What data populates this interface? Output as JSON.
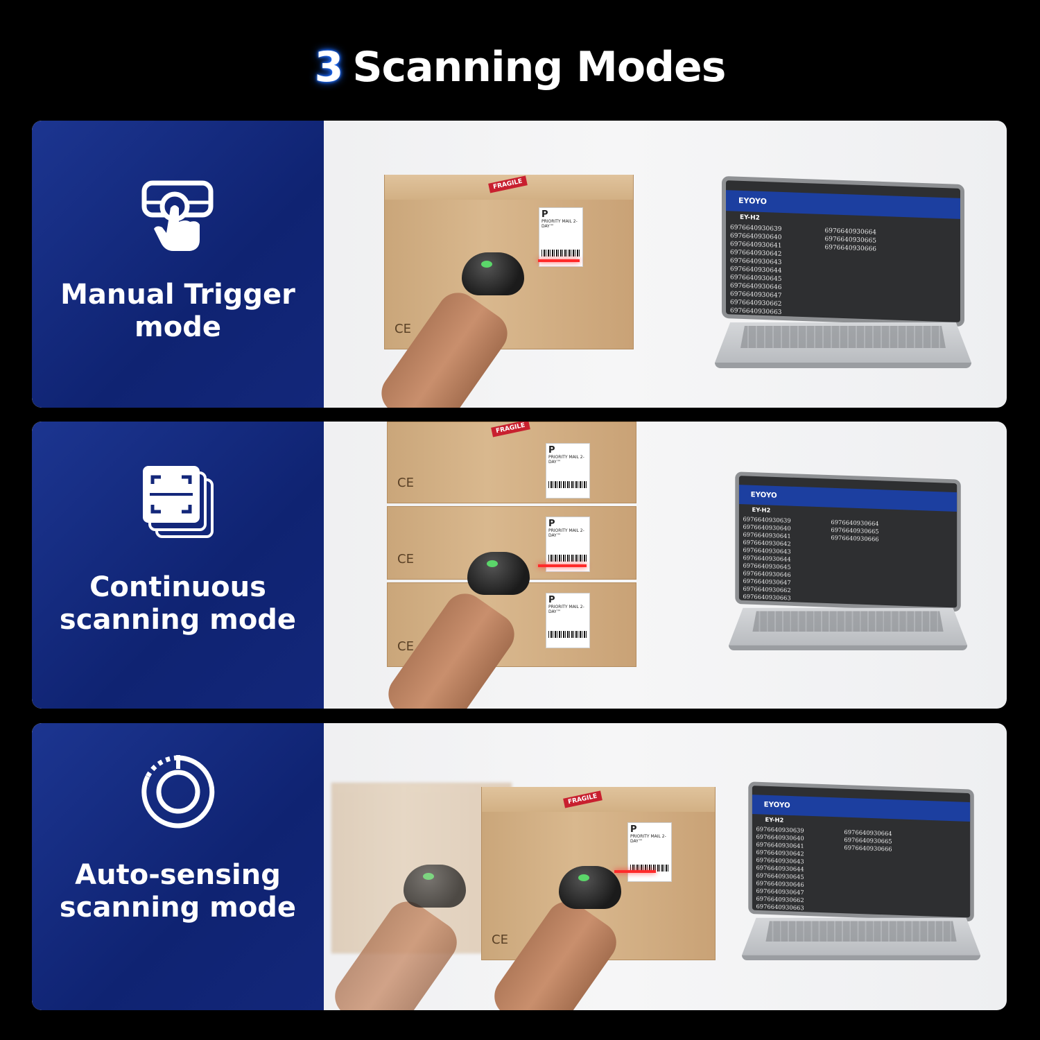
{
  "header": {
    "number": "3",
    "title": "Scanning Modes"
  },
  "colors": {
    "panel_blue": "#13277a",
    "laptop_header": "#1c3fa0",
    "number_glow": "#1e6bff"
  },
  "box_labels": {
    "ce": "CE",
    "p": "P",
    "service": "PRIORITY MAIL 2-DAY™",
    "fragile": "FRAGILE"
  },
  "laptop": {
    "brand": "EYOYO",
    "model": "EY-H2",
    "codes": [
      "6976640930639",
      "6976640930640",
      "6976640930641",
      "6976640930642",
      "6976640930643",
      "6976640930644",
      "6976640930645",
      "6976640930646",
      "6976640930647",
      "6976640930662",
      "6976640930663",
      "6976640930664",
      "6976640930665",
      "6976640930666"
    ]
  },
  "modes": [
    {
      "icon": "tap-trigger-icon",
      "line1": "Manual Trigger",
      "line2": "mode"
    },
    {
      "icon": "scan-frame-stack-icon",
      "line1": "Continuous",
      "line2": "scanning mode"
    },
    {
      "icon": "auto-sensing-icon",
      "line1": "Auto-sensing",
      "line2": "scanning mode"
    }
  ]
}
